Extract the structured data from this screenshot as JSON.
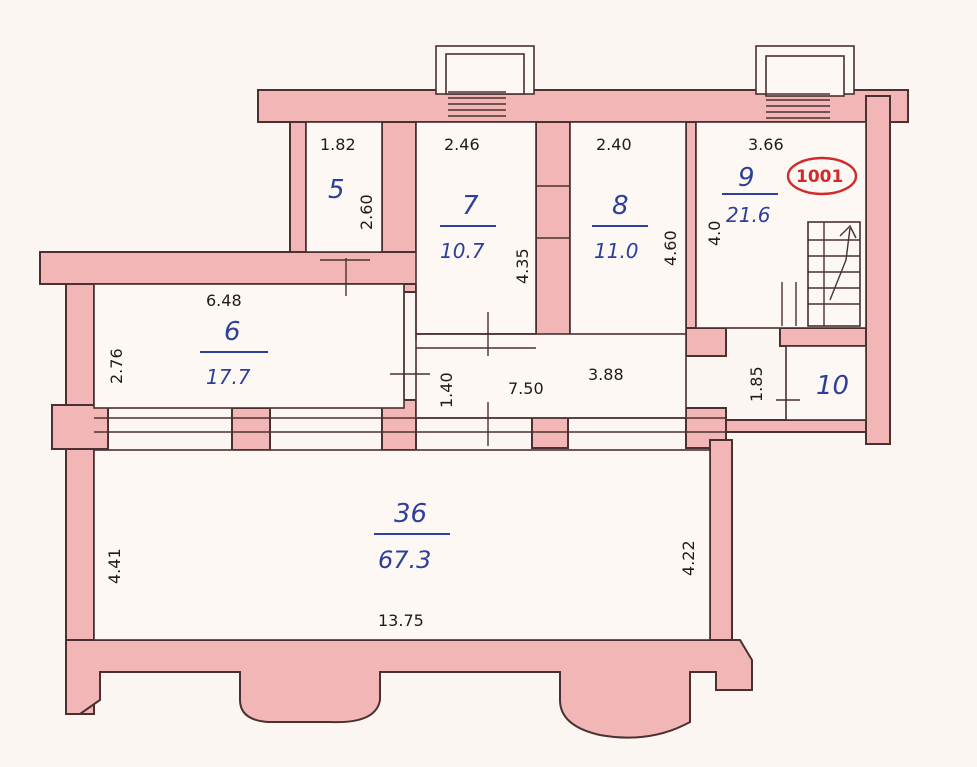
{
  "plan_number": "1001",
  "rooms": [
    {
      "id": "r5",
      "number": "5",
      "area": ""
    },
    {
      "id": "r6",
      "number": "6",
      "area": "17.7"
    },
    {
      "id": "r7",
      "number": "7",
      "area": "10.7"
    },
    {
      "id": "r8",
      "number": "8",
      "area": "11.0"
    },
    {
      "id": "r9",
      "number": "9",
      "area": "21.6"
    },
    {
      "id": "r10",
      "number": "10",
      "area": ""
    },
    {
      "id": "r36",
      "number": "36",
      "area": "67.3"
    }
  ],
  "dimensions": {
    "r5_width": "1.82",
    "r5_height": "2.60",
    "r7_width": "2.46",
    "r7_height": "4.35",
    "r8_width": "2.40",
    "r8_height": "4.60",
    "r8_bottom": "3.88",
    "r9_width": "3.66",
    "r9_height": "4.0",
    "r10_height": "1.85",
    "r6_width": "6.48",
    "r6_height": "2.76",
    "corridor_height": "1.40",
    "corridor_width": "7.50",
    "r36_left": "4.41",
    "r36_right": "4.22",
    "r36_width": "13.75"
  }
}
